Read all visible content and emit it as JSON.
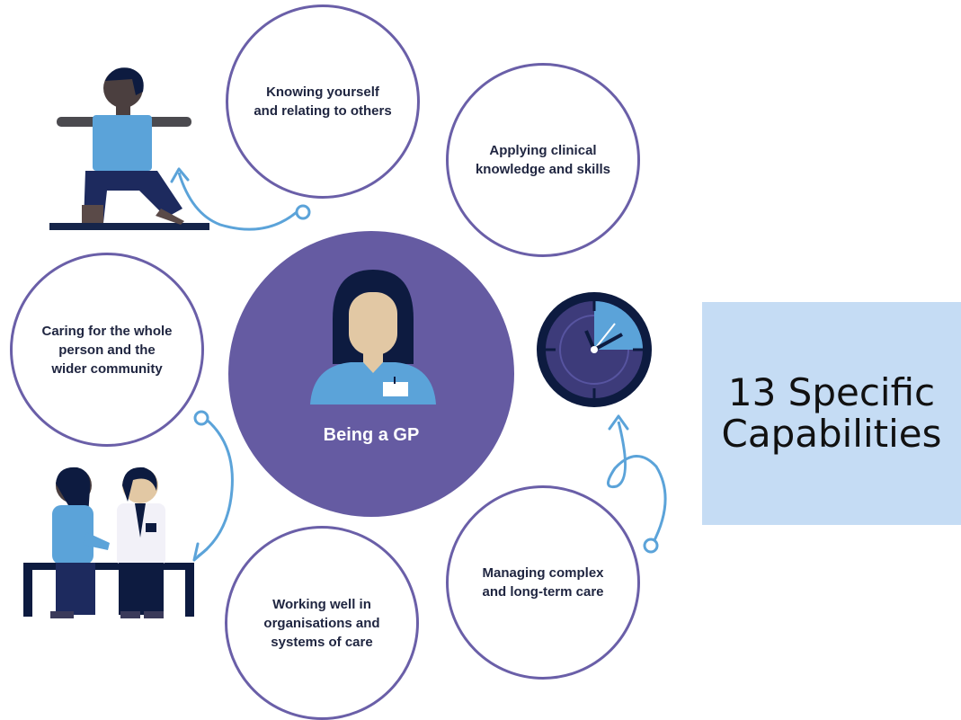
{
  "center": {
    "label": "Being a GP"
  },
  "capabilities": [
    {
      "label": "Knowing yourself\nand relating to others"
    },
    {
      "label": "Applying clinical\nknowledge and skills"
    },
    {
      "label": "Caring for the whole\nperson and the\nwider community"
    },
    {
      "label": "Working well in\norganisations and\nsystems of care"
    },
    {
      "label": "Managing complex\nand long-term care"
    }
  ],
  "badge": {
    "text": "13 Specific Capabilities"
  },
  "colors": {
    "ring_border": "#6a5fa8",
    "center_fill": "#655ba2",
    "arrow": "#5ba3d9",
    "badge_bg": "#c5dcf4",
    "text_dark": "#1f2540"
  },
  "icons": [
    "yoga-person-icon",
    "gp-doctor-icon",
    "clock-icon",
    "consultation-icon"
  ]
}
